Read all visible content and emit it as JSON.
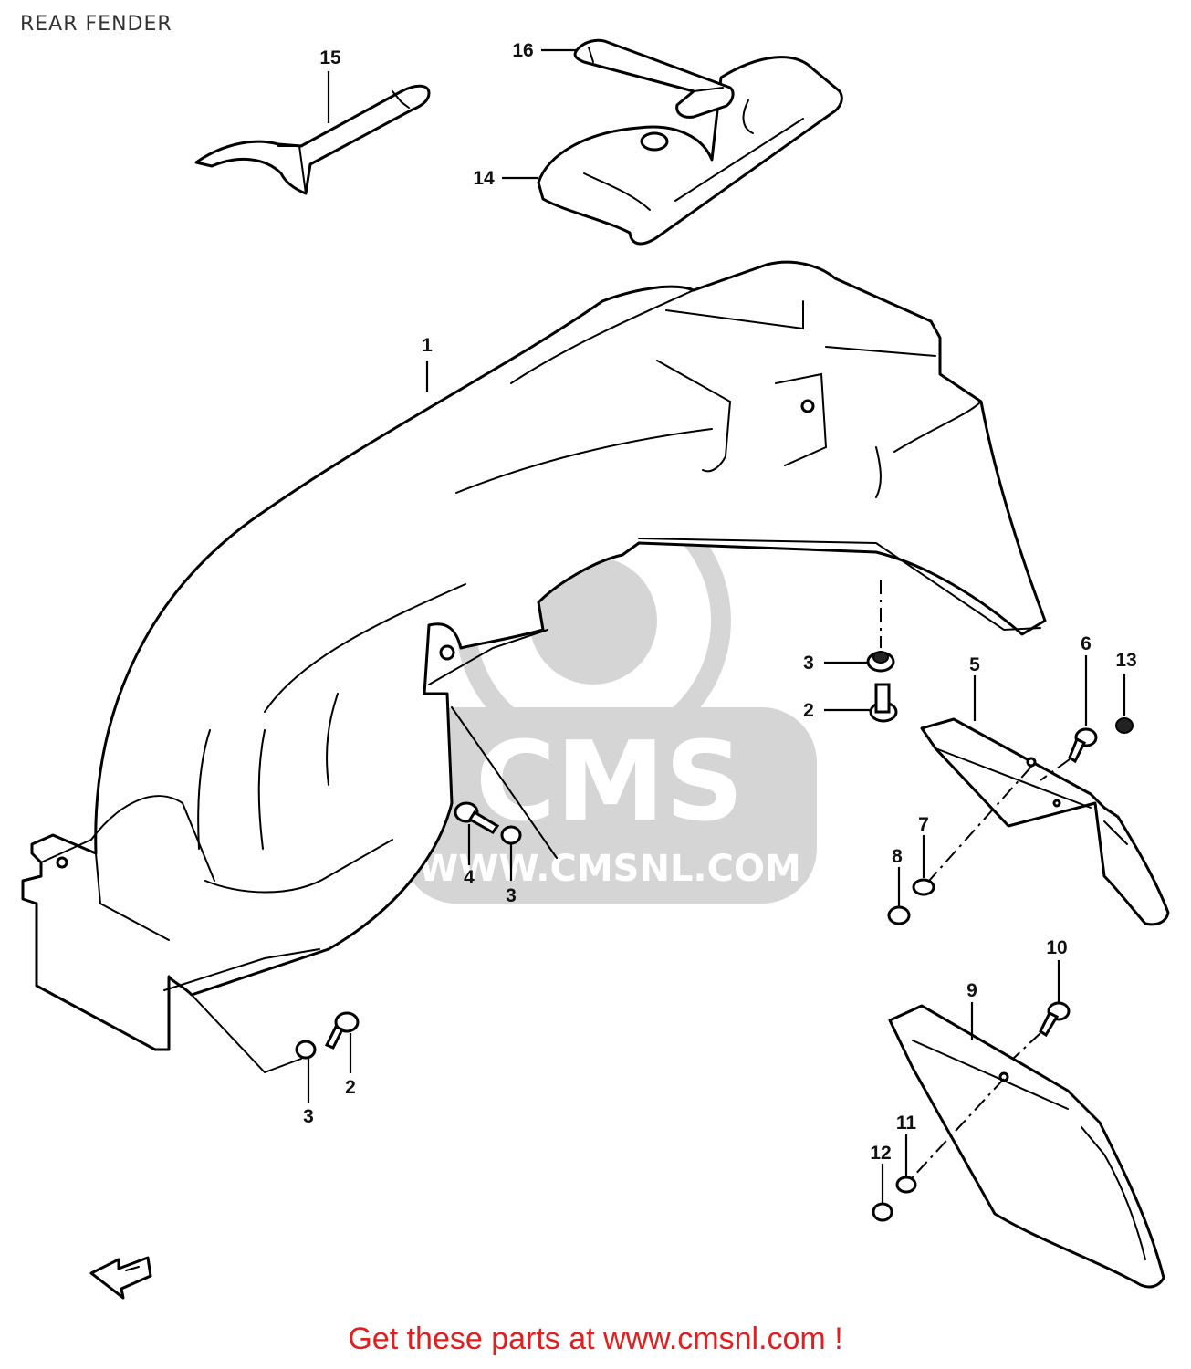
{
  "title": "REAR FENDER",
  "watermark": {
    "brand": "CMS",
    "url": "WWW.CMSNL.COM"
  },
  "callouts": [
    {
      "id": "callout-1",
      "text": "1"
    },
    {
      "id": "callout-2a",
      "text": "2"
    },
    {
      "id": "callout-2b",
      "text": "2"
    },
    {
      "id": "callout-3a",
      "text": "3"
    },
    {
      "id": "callout-3b",
      "text": "3"
    },
    {
      "id": "callout-3c",
      "text": "3"
    },
    {
      "id": "callout-4",
      "text": "4"
    },
    {
      "id": "callout-5",
      "text": "5"
    },
    {
      "id": "callout-6",
      "text": "6"
    },
    {
      "id": "callout-7",
      "text": "7"
    },
    {
      "id": "callout-8",
      "text": "8"
    },
    {
      "id": "callout-9",
      "text": "9"
    },
    {
      "id": "callout-10",
      "text": "10"
    },
    {
      "id": "callout-11",
      "text": "11"
    },
    {
      "id": "callout-12",
      "text": "12"
    },
    {
      "id": "callout-13",
      "text": "13"
    },
    {
      "id": "callout-14",
      "text": "14"
    },
    {
      "id": "callout-15",
      "text": "15"
    },
    {
      "id": "callout-16",
      "text": "16"
    }
  ],
  "footer": "Get these parts at www.cmsnl.com !"
}
